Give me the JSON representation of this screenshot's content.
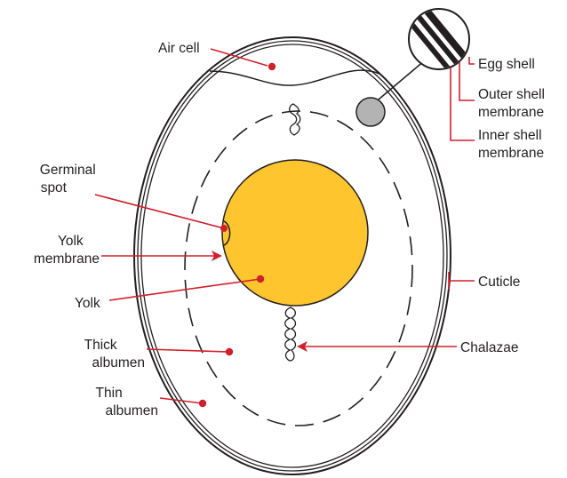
{
  "colors": {
    "yolk": "#fec52e",
    "leader": "#d0202b",
    "outline": "#231f20",
    "shell_zoom_fill": "#ffffff",
    "inner_membrane_zoom": "#b3b3b3"
  },
  "labels": {
    "air_cell": "Air cell",
    "egg_shell": "Egg shell",
    "outer_shell_membrane": [
      "Outer shell",
      "membrane"
    ],
    "inner_shell_membrane": [
      "Inner shell",
      "membrane"
    ],
    "germinal_spot": [
      "Germinal",
      "spot"
    ],
    "yolk_membrane": [
      "Yolk",
      "membrane"
    ],
    "cuticle": "Cuticle",
    "yolk": "Yolk",
    "chalazae": "Chalazae",
    "thick_albumen": [
      "Thick",
      "albumen"
    ],
    "thin_albumen": [
      "Thin",
      "albumen"
    ]
  }
}
